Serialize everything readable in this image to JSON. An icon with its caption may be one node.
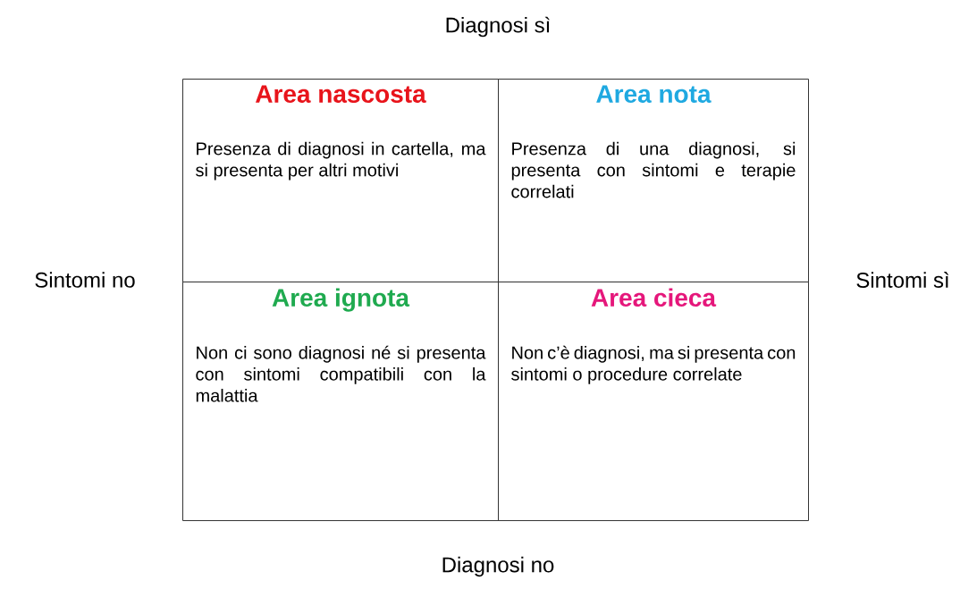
{
  "diagram": {
    "nodes": [
      {
        "text": [
          "Area nascosta",
          "Presenza di diagnosi in cartella, ma si presenta per altri motivi"
        ]
      },
      {
        "text": [
          "Area nota",
          "Presenza di una diagnosi, si presenta con sintomi e terapie correlati"
        ]
      },
      {
        "text": [
          "Area ignota",
          "Non ci sono diagnosi né si presenta con sintomi compatibili con la malattia"
        ]
      },
      {
        "text": [
          "Area cieca",
          "Non c’è diagnosi, ma si presenta con sintomi o procedure correlate"
        ]
      }
    ],
    "labels": [
      "Diagnosi sì",
      "Sintomi no",
      "Sintomi sì",
      "Diagnosi no"
    ]
  }
}
